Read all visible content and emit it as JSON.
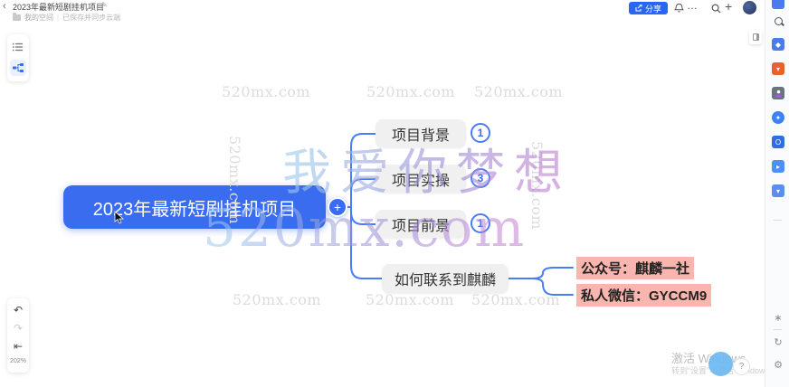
{
  "header": {
    "back": "‹",
    "title": "2023年最新短剧挂机项目",
    "edit_icon": "✎",
    "workspace": "我的空间",
    "divider": "|",
    "save_status": "已保存并同步云端",
    "share_label": "分享",
    "more_label": "…",
    "new_tab_label": "+"
  },
  "mindmap": {
    "root": {
      "label": "2023年最新短剧挂机项目"
    },
    "expand_button": "+",
    "branches": [
      {
        "label": "项目背景",
        "badge": "1"
      },
      {
        "label": "项目实操",
        "badge": "3"
      },
      {
        "label": "项目前景",
        "badge": "1"
      },
      {
        "label": "如何联系到麒麟"
      }
    ],
    "contacts": [
      {
        "label": "公众号：麒麟一社"
      },
      {
        "label": "私人微信：GYCCM9"
      }
    ]
  },
  "watermark": {
    "small": "520mx.com",
    "big_text": "我爱你梦想",
    "big_url": "520mx.com"
  },
  "zoom_toolbar": {
    "undo": "↶",
    "redo": "↷",
    "collapse": "⇤",
    "zoom_level": "202%"
  },
  "sidebar_bottom": {
    "more_glyph": "∗",
    "refresh_glyph": "↻",
    "settings_glyph": "⚙"
  },
  "windows_activation": {
    "line1": "激活 Windows",
    "line2": "转到“设置”以激活 Windows。"
  },
  "colors": {
    "root_blue": "#3a6cf0",
    "connector_blue": "#4a7cf5",
    "branch_bg": "#f0f0f1",
    "highlight_pink": "#f8b6ae",
    "share_blue": "#2a66f5"
  }
}
